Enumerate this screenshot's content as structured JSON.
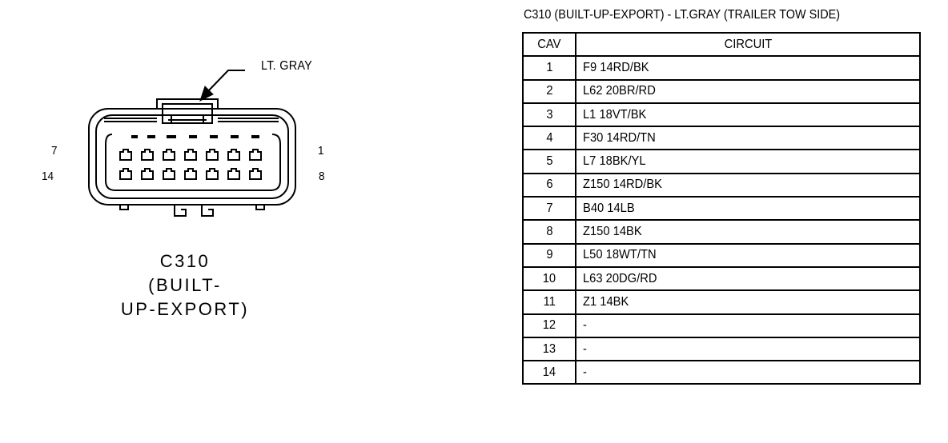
{
  "connector": {
    "color_label": "LT. GRAY",
    "pin_labels": {
      "top_left": "7",
      "bottom_left": "14",
      "top_right": "1",
      "bottom_right": "8"
    },
    "caption_lines": [
      "C310",
      "(BUILT-",
      "UP-EXPORT)"
    ]
  },
  "table": {
    "title": "C310 (BUILT-UP-EXPORT) - LT.GRAY (TRAILER TOW SIDE)",
    "headers": {
      "cav": "CAV",
      "circuit": "CIRCUIT"
    },
    "rows": [
      {
        "cav": "1",
        "circuit": "F9 14RD/BK"
      },
      {
        "cav": "2",
        "circuit": "L62 20BR/RD"
      },
      {
        "cav": "3",
        "circuit": "L1 18VT/BK"
      },
      {
        "cav": "4",
        "circuit": "F30 14RD/TN"
      },
      {
        "cav": "5",
        "circuit": "L7 18BK/YL"
      },
      {
        "cav": "6",
        "circuit": "Z150 14RD/BK"
      },
      {
        "cav": "7",
        "circuit": "B40 14LB"
      },
      {
        "cav": "8",
        "circuit": "Z150 14BK"
      },
      {
        "cav": "9",
        "circuit": "L50 18WT/TN"
      },
      {
        "cav": "10",
        "circuit": "L63 20DG/RD"
      },
      {
        "cav": "11",
        "circuit": "Z1 14BK"
      },
      {
        "cav": "12",
        "circuit": "-"
      },
      {
        "cav": "13",
        "circuit": "-"
      },
      {
        "cav": "14",
        "circuit": "-"
      }
    ]
  }
}
